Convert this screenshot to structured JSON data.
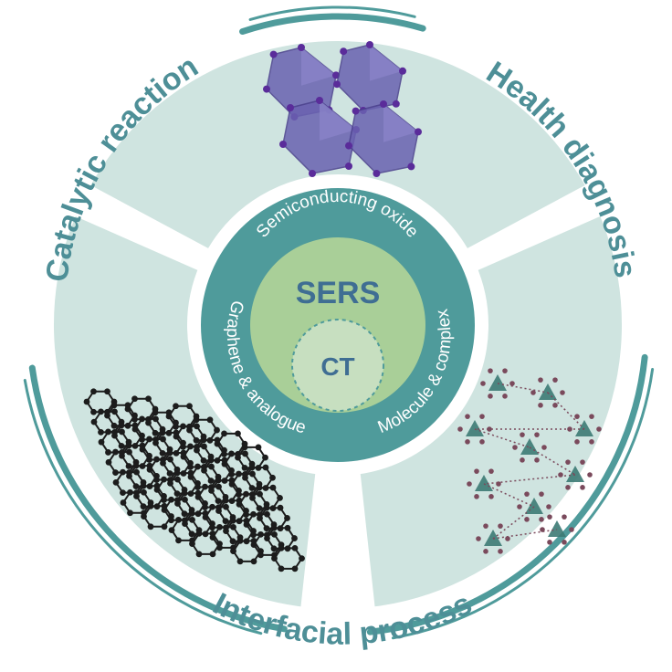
{
  "center": {
    "title": "SERS",
    "core": "CT"
  },
  "inner_ring": {
    "top": "Semiconducting oxide",
    "left": "Graphene & analogue",
    "right": "Molecule & complex"
  },
  "outer_labels": {
    "top_left": "Catalytic reaction",
    "top_right": "Health diagnosis",
    "bottom": "Interfacial process"
  },
  "colors": {
    "ring_teal": "#4f9b9b",
    "sector_fill": "#cfe4e0",
    "center_fill": "#a9cf98",
    "core_fill": "#c7dfc0",
    "label_teal": "#4e8f97",
    "title_blue": "#3f6e93",
    "oxide_purple": "#6a62b1",
    "graphene_dark": "#1c1c1c",
    "framework_teal": "#3c7a74",
    "framework_atom": "#7a4a5c"
  },
  "icons": {
    "top_illustration": "perovskite-octahedra-icon",
    "left_illustration": "graphene-lattice-icon",
    "right_illustration": "framework-complex-icon"
  }
}
